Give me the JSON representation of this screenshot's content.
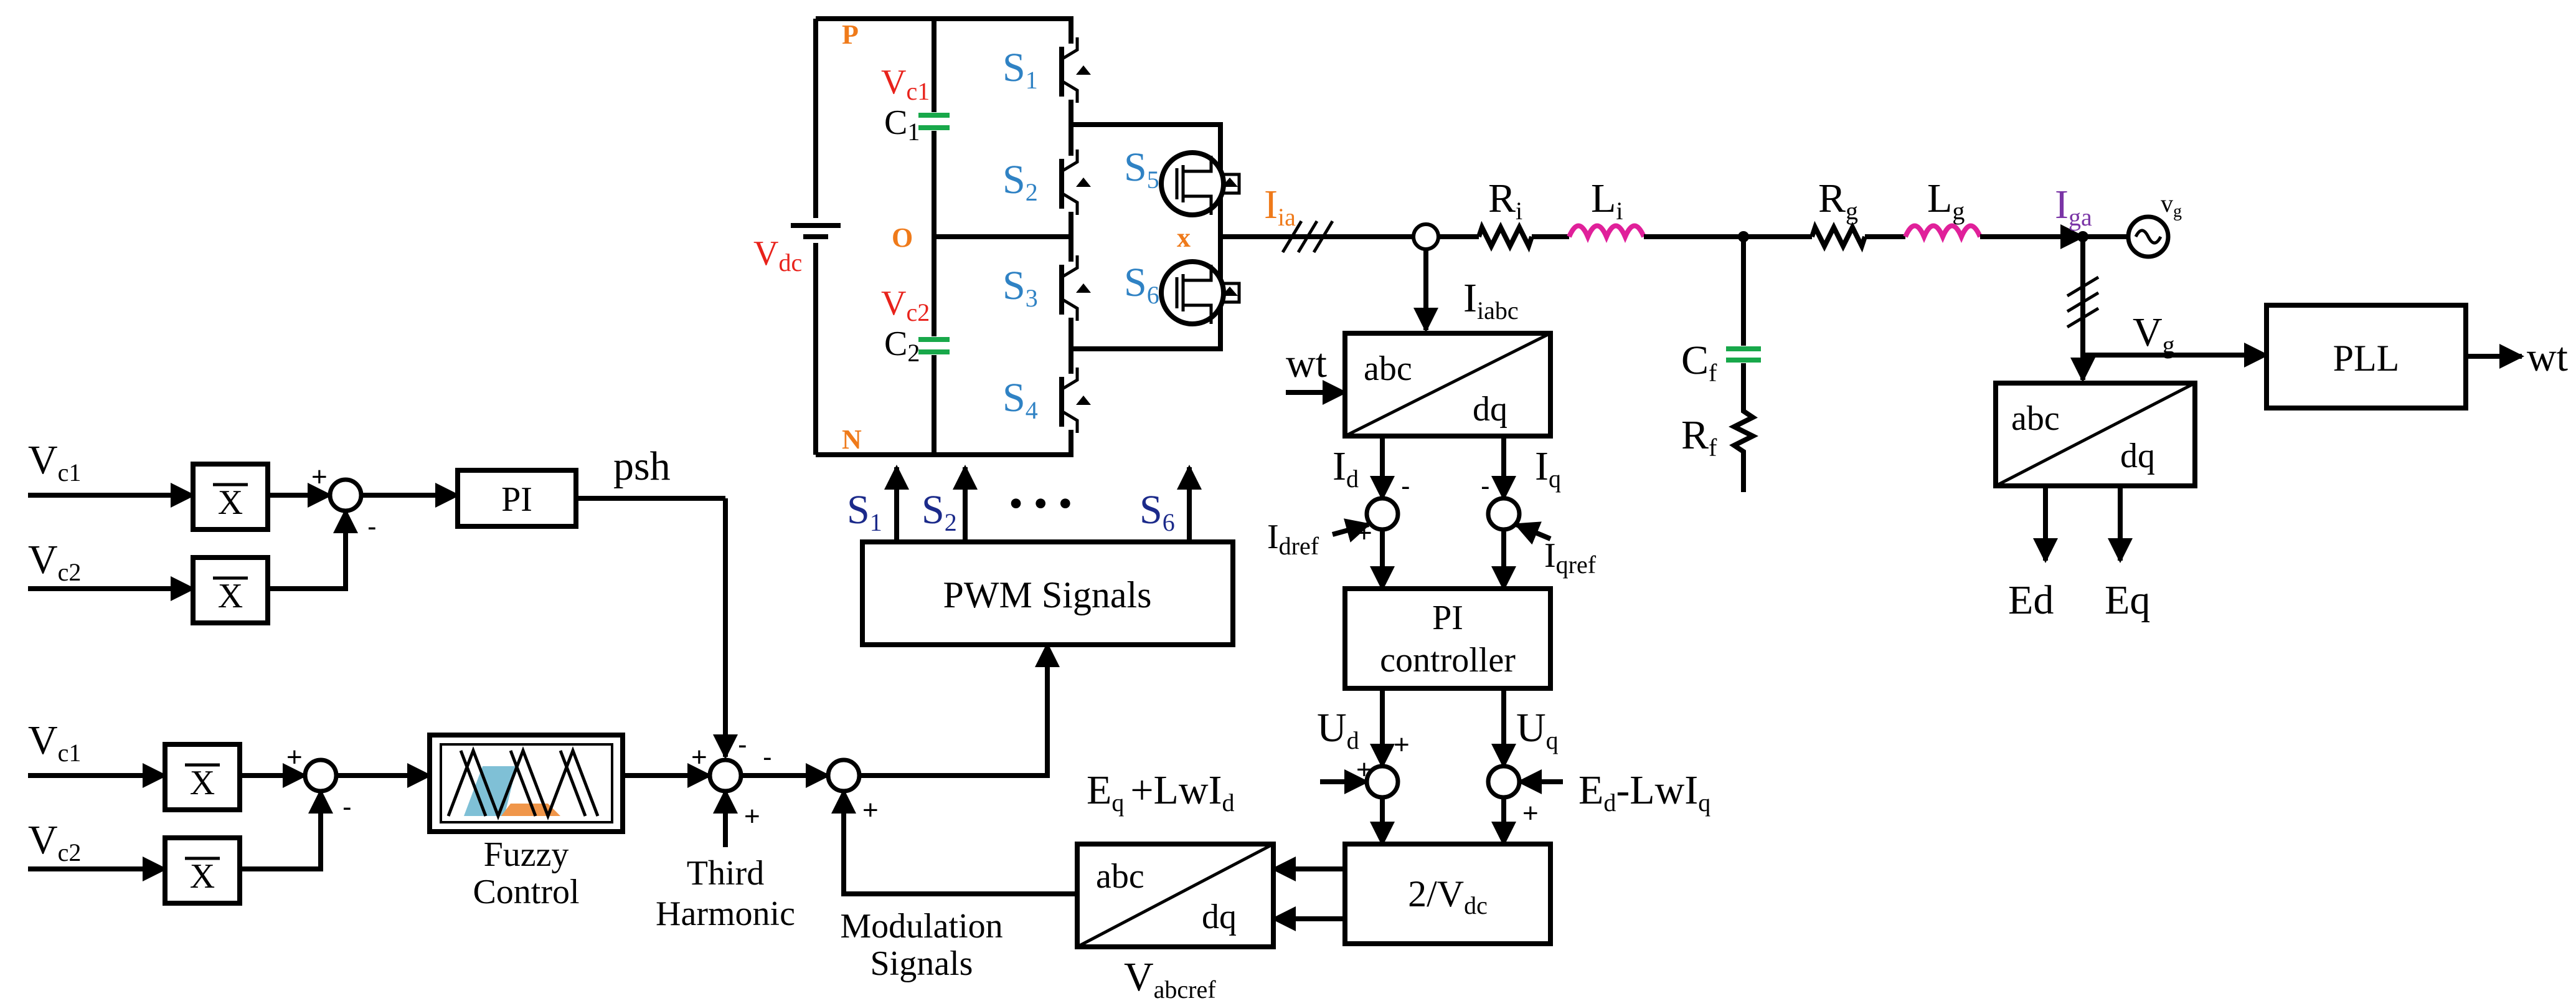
{
  "colors": {
    "voltage_red": "#e8221b",
    "switch_blue": "#2f82c4",
    "pwm_navy": "#1b2a8a",
    "node_orange": "#ef7a1a",
    "grid_purple": "#7a35a6",
    "capacitor_green": "#18a84a",
    "inductor_magenta": "#e0209a",
    "fuzzy_blue": "#7fc0d6",
    "fuzzy_orange": "#f0964a"
  },
  "inverter": {
    "node_p": "P",
    "node_o": "O",
    "node_n": "N",
    "node_x": "x",
    "vdc_main": "V",
    "vdc_sub": "dc",
    "vc1_main": "V",
    "vc1_sub": "c1",
    "vc2_main": "V",
    "vc2_sub": "c2",
    "c1_main": "C",
    "c1_sub": "1",
    "c2_main": "C",
    "c2_sub": "2",
    "s1_main": "S",
    "s1_sub": "1",
    "s2_main": "S",
    "s2_sub": "2",
    "s3_main": "S",
    "s3_sub": "3",
    "s4_main": "S",
    "s4_sub": "4",
    "s5_main": "S",
    "s5_sub": "5",
    "s6_main": "S",
    "s6_sub": "6"
  },
  "grid": {
    "iia_main": "I",
    "iia_sub": "ia",
    "ri_main": "R",
    "ri_sub": "i",
    "li_main": "L",
    "li_sub": "i",
    "rg_main": "R",
    "rg_sub": "g",
    "lg_main": "L",
    "lg_sub": "g",
    "iga_main": "I",
    "iga_sub": "ga",
    "vg_source_main": "v",
    "vg_source_sub": "g",
    "cf_main": "C",
    "cf_sub": "f",
    "rf_main": "R",
    "rf_sub": "f",
    "iiabc_main": "I",
    "iiabc_sub": "iabc",
    "vg_main": "V",
    "vg_sub": "g"
  },
  "blocks": {
    "pi": "PI",
    "pwm": "PWM Signals",
    "pll": "PLL",
    "pi_controller_line1": "PI",
    "pi_controller_line2": "controller",
    "vdc_gain_prefix": "2/V",
    "vdc_gain_sub": "dc",
    "avg": "X",
    "abc": "abc",
    "dq": "dq",
    "fuzzy_line1": "Fuzzy",
    "fuzzy_line2": "Control"
  },
  "signals": {
    "vc1_main": "V",
    "vc1_sub": "c1",
    "vc2_main": "V",
    "vc2_sub": "c2",
    "psh": "psh",
    "wt": "wt",
    "id_main": "I",
    "id_sub": "d",
    "iq_main": "I",
    "iq_sub": "q",
    "idref_main": "I",
    "idref_sub": "dref",
    "iqref_main": "I",
    "iqref_sub": "qref",
    "ud_main": "U",
    "ud_sub": "d",
    "uq_main": "U",
    "uq_sub": "q",
    "eq_lw_a": "E",
    "eq_lw_a_sub": "q",
    "eq_lw_b": "+LwI",
    "eq_lw_b_sub": "d",
    "ed_lw_a": "E",
    "ed_lw_a_sub": "d",
    "ed_lw_b": "-LwI",
    "ed_lw_b_sub": "q",
    "ed": "Ed",
    "eq": "Eq",
    "vabcref_main": "V",
    "vabcref_sub": "abcref",
    "third_line1": "Third",
    "third_line2": "Harmonic",
    "mod_line1": "Modulation",
    "mod_line2": "Signals",
    "pwm_s1_main": "S",
    "pwm_s1_sub": "1",
    "pwm_s2_main": "S",
    "pwm_s2_sub": "2",
    "pwm_s6_main": "S",
    "pwm_s6_sub": "6",
    "dots": "• • •"
  },
  "signs": {
    "plus": "+",
    "minus": "-"
  }
}
